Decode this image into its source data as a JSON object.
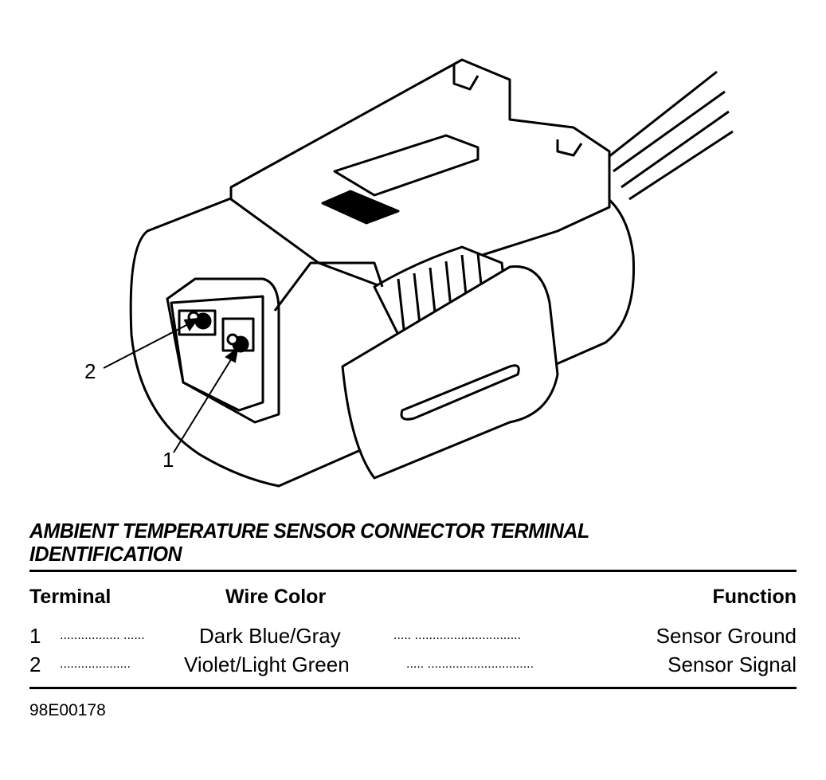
{
  "diagram": {
    "callouts": [
      "1",
      "2"
    ]
  },
  "table": {
    "title_line1": "AMBIENT TEMPERATURE SENSOR CONNECTOR TERMINAL",
    "title_line2": "IDENTIFICATION",
    "headers": {
      "terminal": "Terminal",
      "wire_color": "Wire Color",
      "function": "Function"
    },
    "rows": [
      {
        "terminal": "1",
        "leader1": "................. ......",
        "wire_color": "Dark Blue/Gray",
        "leader2": "..... ..............................",
        "function": "Sensor Ground"
      },
      {
        "terminal": "2",
        "leader1": "....................",
        "wire_color": "Violet/Light Green",
        "leader2": "..... ..............................",
        "function": "Sensor Signal"
      }
    ]
  },
  "footer": {
    "figure_id": "98E00178"
  }
}
